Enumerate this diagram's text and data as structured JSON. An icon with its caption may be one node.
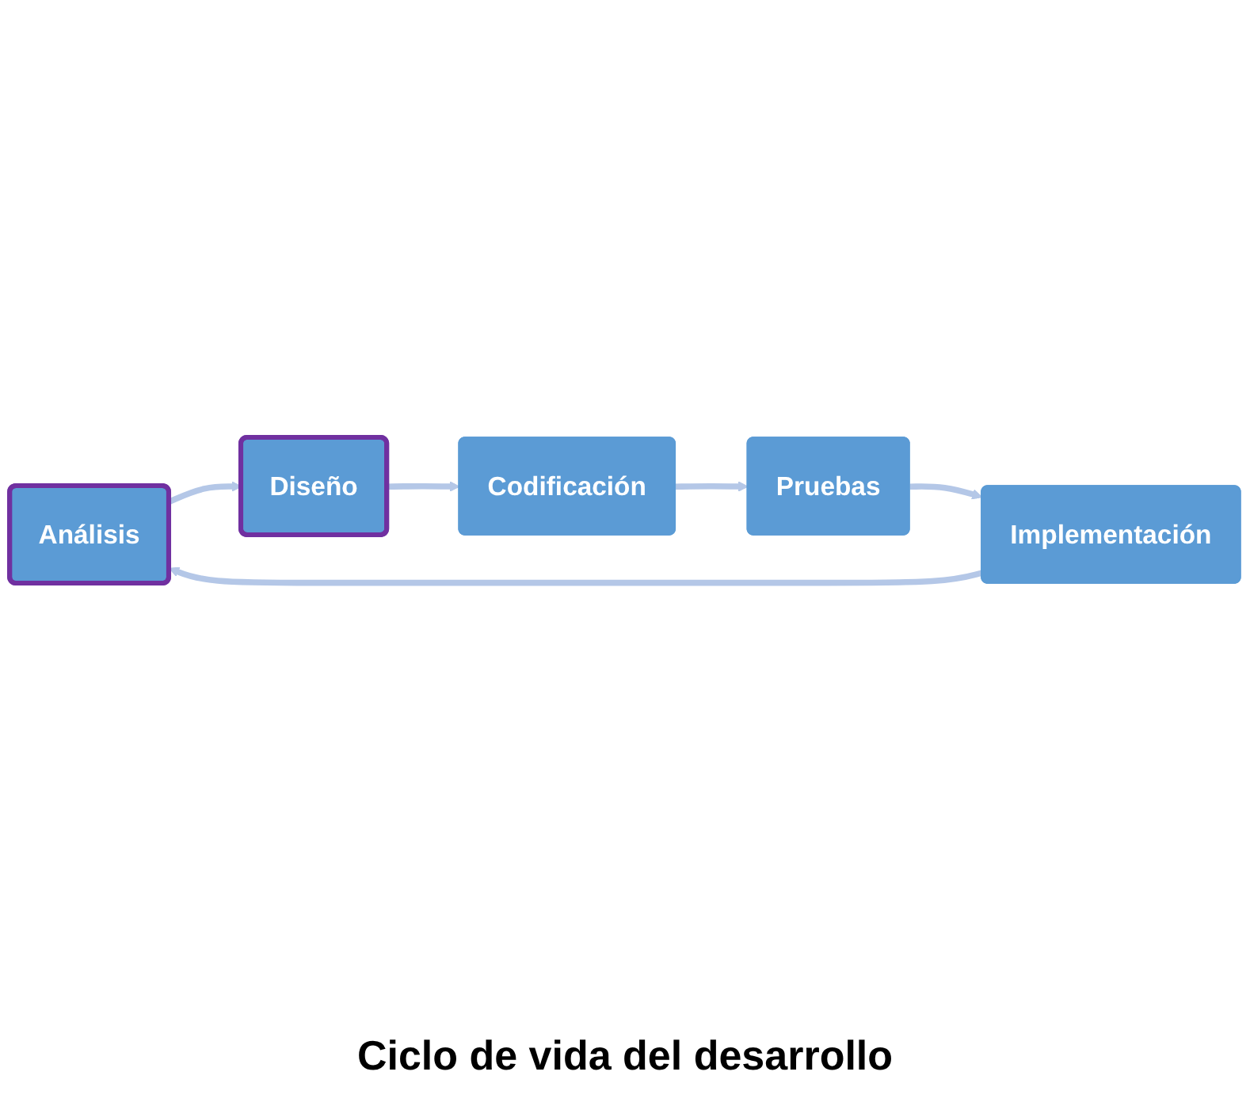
{
  "diagram": {
    "caption": "Ciclo de vida del desarrollo",
    "nodes": [
      {
        "text": [
          "Análisis"
        ]
      },
      {
        "text": [
          "Diseño"
        ]
      },
      {
        "text": [
          "Codificación"
        ]
      },
      {
        "text": [
          "Pruebas"
        ]
      },
      {
        "text": [
          "Implementación"
        ]
      }
    ],
    "edges": [
      {
        "from": 0,
        "to": 1,
        "arrow": "to"
      },
      {
        "from": 1,
        "to": 2,
        "arrow": "to"
      },
      {
        "from": 2,
        "to": 3,
        "arrow": "to"
      },
      {
        "from": 3,
        "to": 4,
        "arrow": "to"
      },
      {
        "from": 4,
        "to": 0,
        "arrow": "to"
      }
    ]
  }
}
